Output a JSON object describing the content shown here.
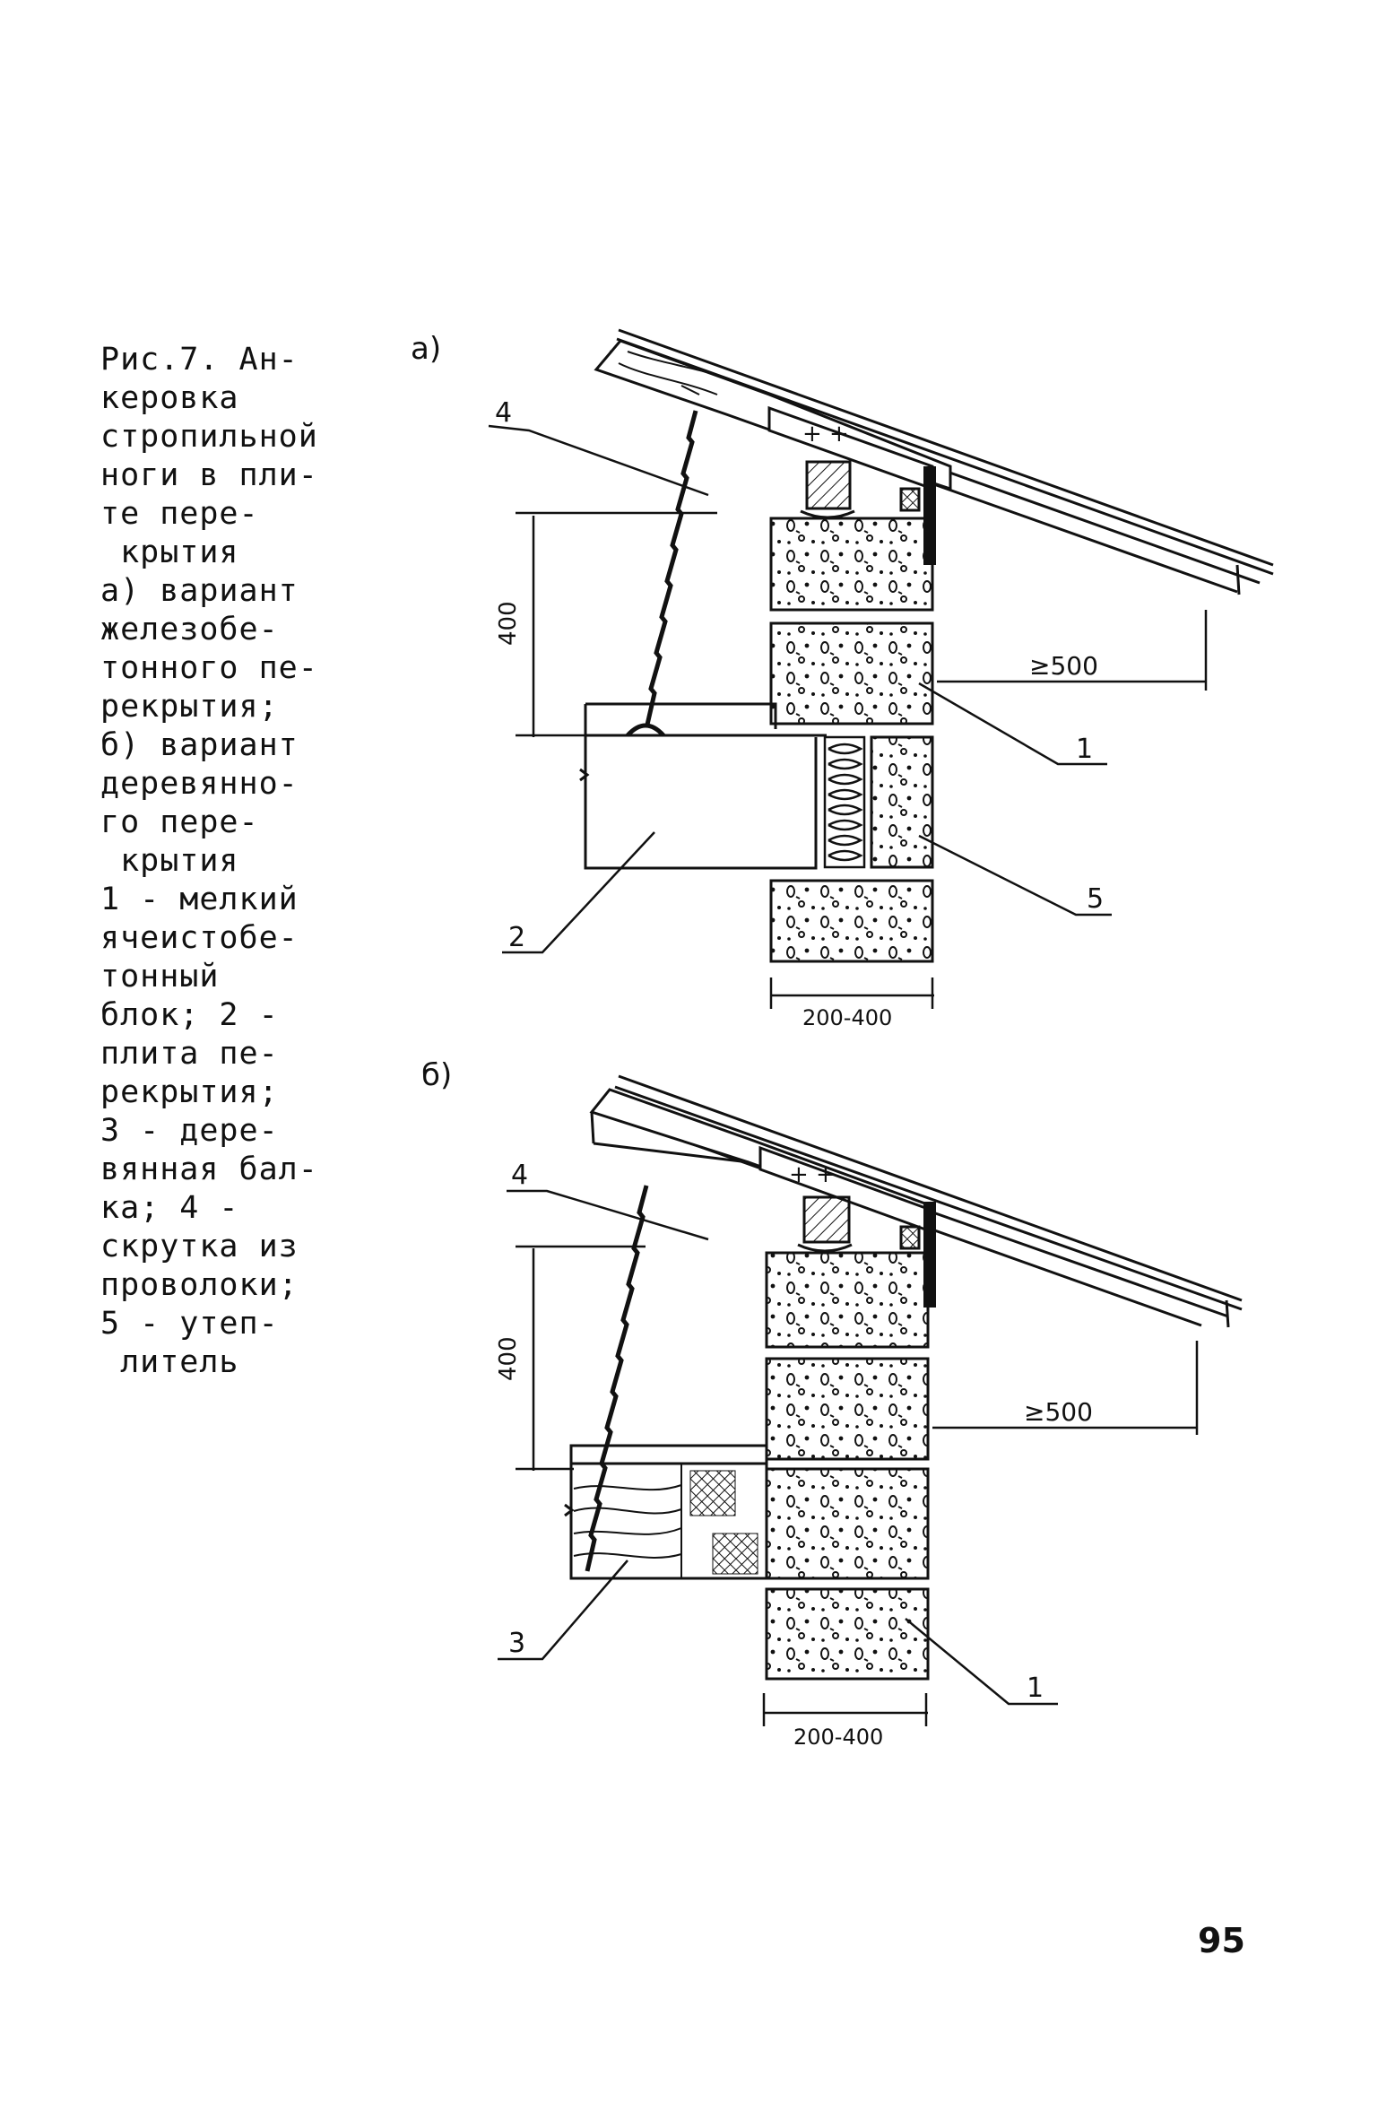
{
  "caption": {
    "lines": [
      "Рис.7. Ан-",
      "керовка",
      "стропильной",
      "ноги в пли-",
      "те пере-",
      " крытия",
      "а) вариант",
      "железобе-",
      "тонного пе-",
      "рекрытия;",
      "б) вариант",
      "деревянно-",
      "го пере-",
      " крытия",
      "1 - мелкий",
      "ячеистобе-",
      "тонный",
      "блок; 2 -",
      "плита пе-",
      "рекрытия;",
      "3 - дере-",
      "вянная бал-",
      "ка; 4 -",
      "скрутка из",
      "проволоки;",
      "5 - утеп-",
      " литель"
    ]
  },
  "figure_a": {
    "variant_label": "а)",
    "dim_height": "400",
    "dim_overhang": "≥500",
    "dim_width": "200-400",
    "callouts": [
      "4",
      "1",
      "2",
      "5"
    ]
  },
  "figure_b": {
    "variant_label": "б)",
    "dim_height": "400",
    "dim_overhang": "≥500",
    "dim_width": "200-400",
    "callouts": [
      "4",
      "3",
      "1"
    ]
  },
  "page_number": "95"
}
